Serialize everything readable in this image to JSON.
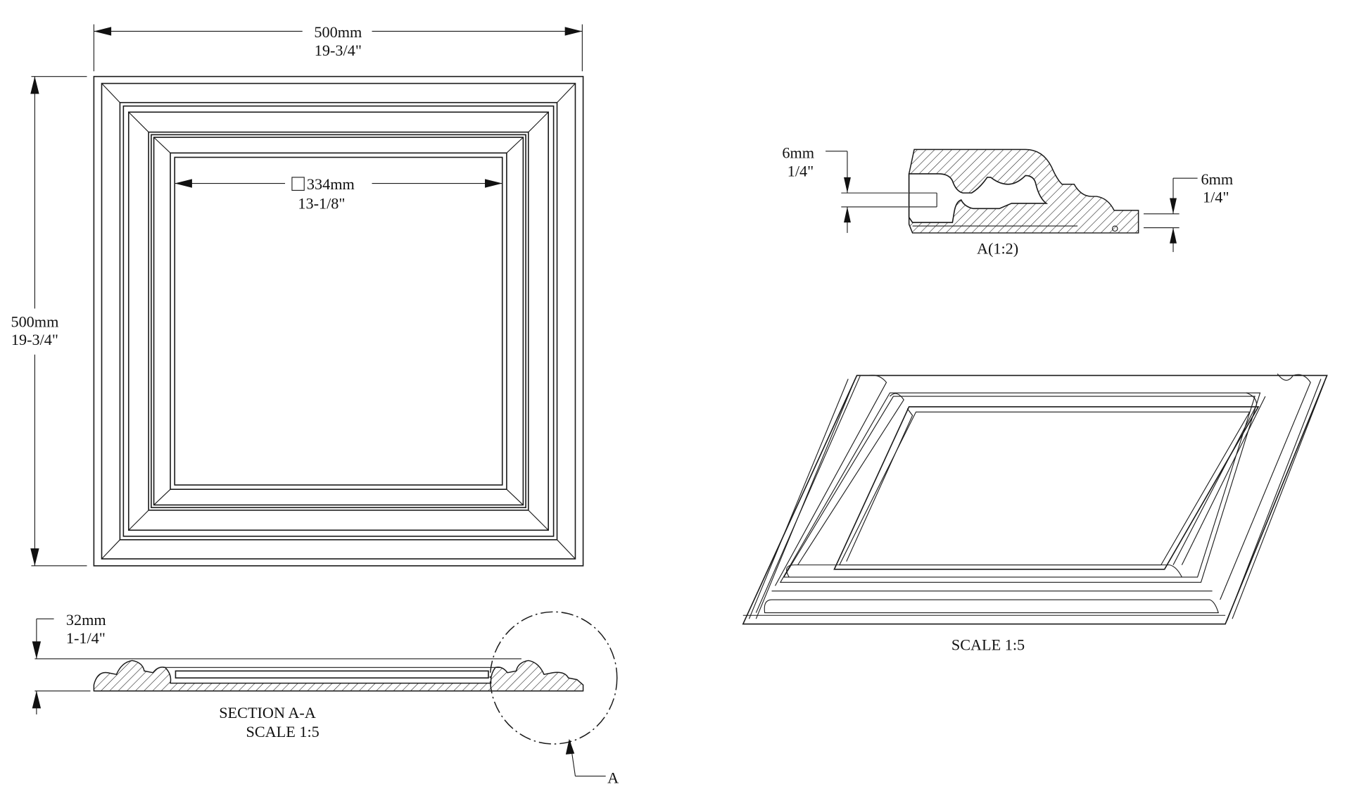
{
  "front_view": {
    "width_mm": "500mm",
    "width_in": "19-3/4\"",
    "height_mm": "500mm",
    "height_in": "19-3/4\"",
    "opening_mm": "334mm",
    "opening_in": "13-1/8\""
  },
  "section_view": {
    "thickness_mm": "32mm",
    "thickness_in": "1-1/4\"",
    "title": "SECTION  A-A",
    "scale": "SCALE  1:5",
    "detail_callout": "A"
  },
  "detail_view": {
    "left_mm": "6mm",
    "left_in": "1/4\"",
    "right_mm": "6mm",
    "right_in": "1/4\"",
    "title": "A(1:2)"
  },
  "iso_view": {
    "scale": "SCALE  1:5"
  }
}
